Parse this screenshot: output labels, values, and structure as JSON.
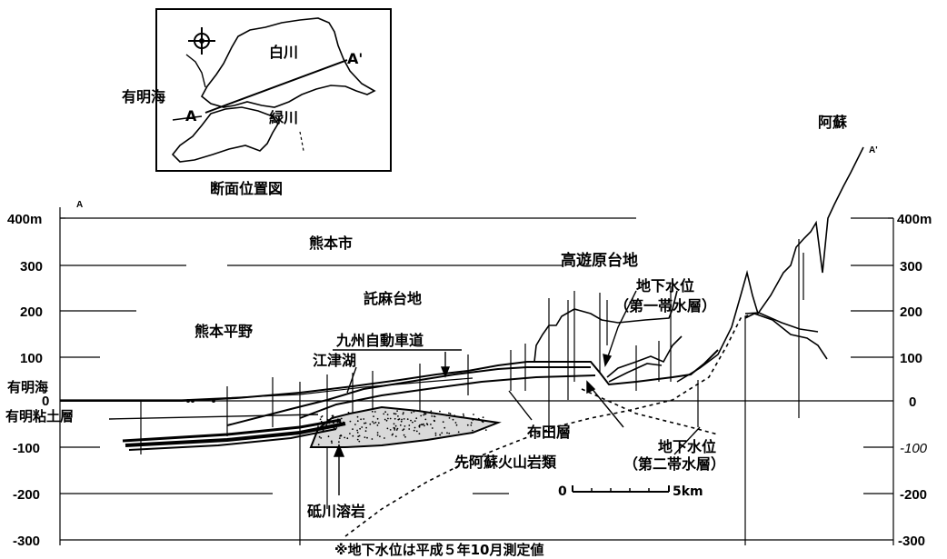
{
  "inset_map": {
    "caption": "断面位置図",
    "labels": {
      "shirakawa": "白川",
      "midorikawa": "緑川",
      "ariake_sea": "有明海",
      "point_a": "A",
      "point_a_prime": "A'"
    }
  },
  "axis": {
    "left_ticks": [
      "400m",
      "300",
      "200",
      "100",
      "0",
      "-100",
      "-200",
      "-300"
    ],
    "right_ticks": [
      "400m",
      "300",
      "200",
      "100",
      "0",
      "-100",
      "-200",
      "-300"
    ],
    "left_endpoint": "A",
    "right_endpoint": "A'"
  },
  "labels": {
    "aso": "阿蘇",
    "kumamoto_city": "熊本市",
    "takuma_plateau": "託麻台地",
    "kumamoto_plain": "熊本平野",
    "takayubaru_plateau": "高遊原台地",
    "gw_first_line1": "地下水位",
    "gw_first_line2": "（第一帯水層）",
    "kyushu_expressway": "九州自動車道",
    "ezu_lake": "江津湖",
    "ariake_sea": "有明海",
    "ariake_clay": "有明粘土層",
    "futa_layer": "布田層",
    "gw_second_line1": "地下水位",
    "gw_second_line2": "（第二帯水層）",
    "pre_aso_volcanic": "先阿蘇火山岩類",
    "togawa_lava": "砥川溶岩",
    "scale_zero": "0",
    "scale_5km": "5km",
    "footnote": "※地下水位は平成５年10月測定値"
  }
}
